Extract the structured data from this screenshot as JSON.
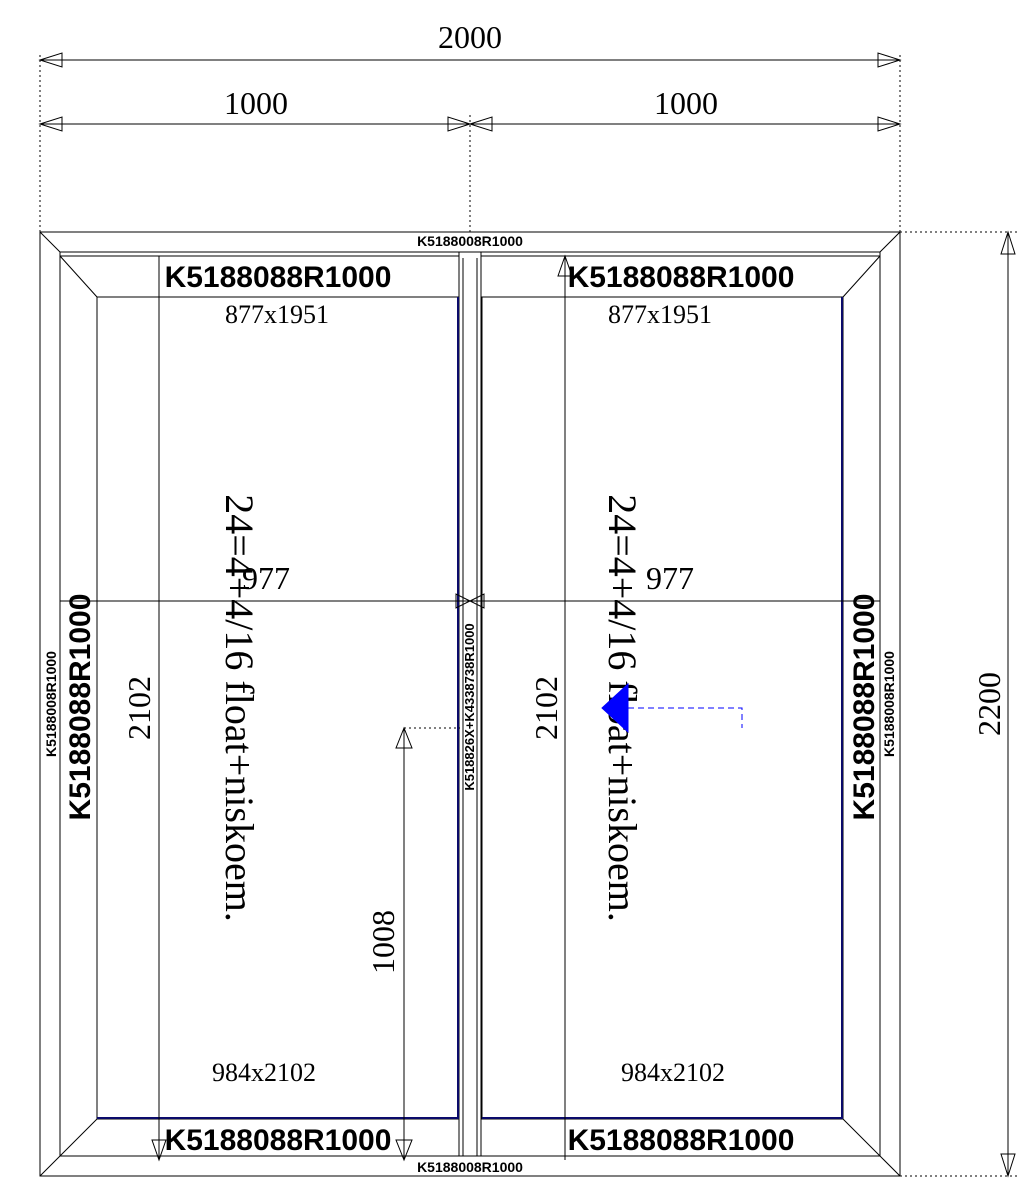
{
  "dimensions": {
    "overall_width": "2000",
    "left_width": "1000",
    "right_width": "1000",
    "overall_height": "2200"
  },
  "frame": {
    "top_code": "K5188008R1000",
    "bottom_code": "K5188008R1000",
    "left_code": "K5188008R1000",
    "right_code": "K5188008R1000",
    "mullion_code": "K518826X+K4338738R1000"
  },
  "sashes": [
    {
      "top_code": "K5188088R1000",
      "bottom_code": "K5188088R1000",
      "side_code": "K5188088R1000",
      "glass_size": "877x1951",
      "sash_size": "984x2102",
      "glass_spec": "24=4+4/16 float+niskoem.",
      "width_dim": "977",
      "height_dim": "2102",
      "handle_height": "1008"
    },
    {
      "top_code": "K5188088R1000",
      "bottom_code": "K5188088R1000",
      "side_code": "K5188088R1000",
      "glass_size": "877x1951",
      "sash_size": "984x2102",
      "glass_spec": "24=4+4/16 float+niskoem.",
      "width_dim": "977",
      "height_dim": "2102"
    }
  ],
  "colors": {
    "line": "#000000",
    "glass_edge": "#0a0a6a",
    "opening_arrow": "#0000ff"
  }
}
